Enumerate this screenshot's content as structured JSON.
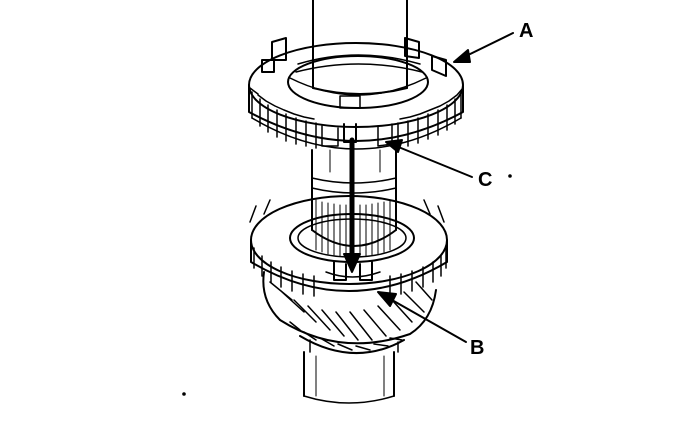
{
  "callouts": {
    "a": "A",
    "b": "B",
    "c": "C"
  },
  "colors": {
    "ink": "#000000",
    "paper": "#ffffff"
  }
}
